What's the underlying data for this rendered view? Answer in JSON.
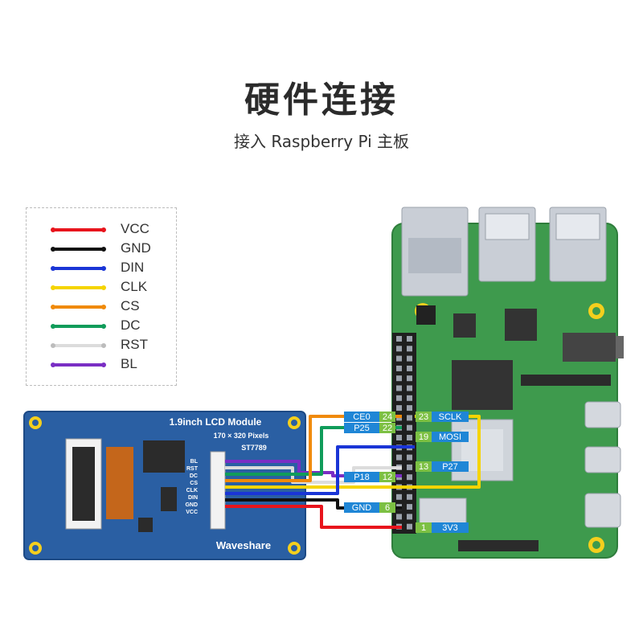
{
  "header": {
    "title": "硬件连接",
    "subtitle": "接入 Raspberry Pi 主板"
  },
  "legend": [
    {
      "label": "VCC",
      "color": "#e8141c"
    },
    {
      "label": "GND",
      "color": "#111111"
    },
    {
      "label": "DIN",
      "color": "#1a35d6"
    },
    {
      "label": "CLK",
      "color": "#f5d400"
    },
    {
      "label": "CS",
      "color": "#f08a0a"
    },
    {
      "label": "DC",
      "color": "#109c5a"
    },
    {
      "label": "RST",
      "color": "#dcdcdc"
    },
    {
      "label": "BL",
      "color": "#7a2ec4"
    }
  ],
  "lcd_module": {
    "title": "1.9inch LCD Module",
    "resolution": "170 × 320 Pixels",
    "driver": "ST7789",
    "brand": "Waveshare",
    "pins": [
      "BL",
      "RST",
      "DC",
      "CS",
      "CLK",
      "DIN",
      "GND",
      "VCC"
    ]
  },
  "pi_labels": {
    "ce0": "CE0",
    "ce0_pin": "24",
    "p25": "P25",
    "p25_pin": "22",
    "p18": "P18",
    "p18_pin": "12",
    "gnd": "GND",
    "gnd_pin": "6",
    "sclk_pin": "23",
    "sclk": "SCLK",
    "mosi_pin": "19",
    "mosi": "MOSI",
    "p27_pin": "13",
    "p27": "P27",
    "v33_pin": "1",
    "v33": "3V3"
  },
  "colors": {
    "pcb_blue": "#2a5fa3",
    "pi_green": "#3e9a4d",
    "label_blue": "#1f86d6",
    "label_green": "#7cc043"
  }
}
